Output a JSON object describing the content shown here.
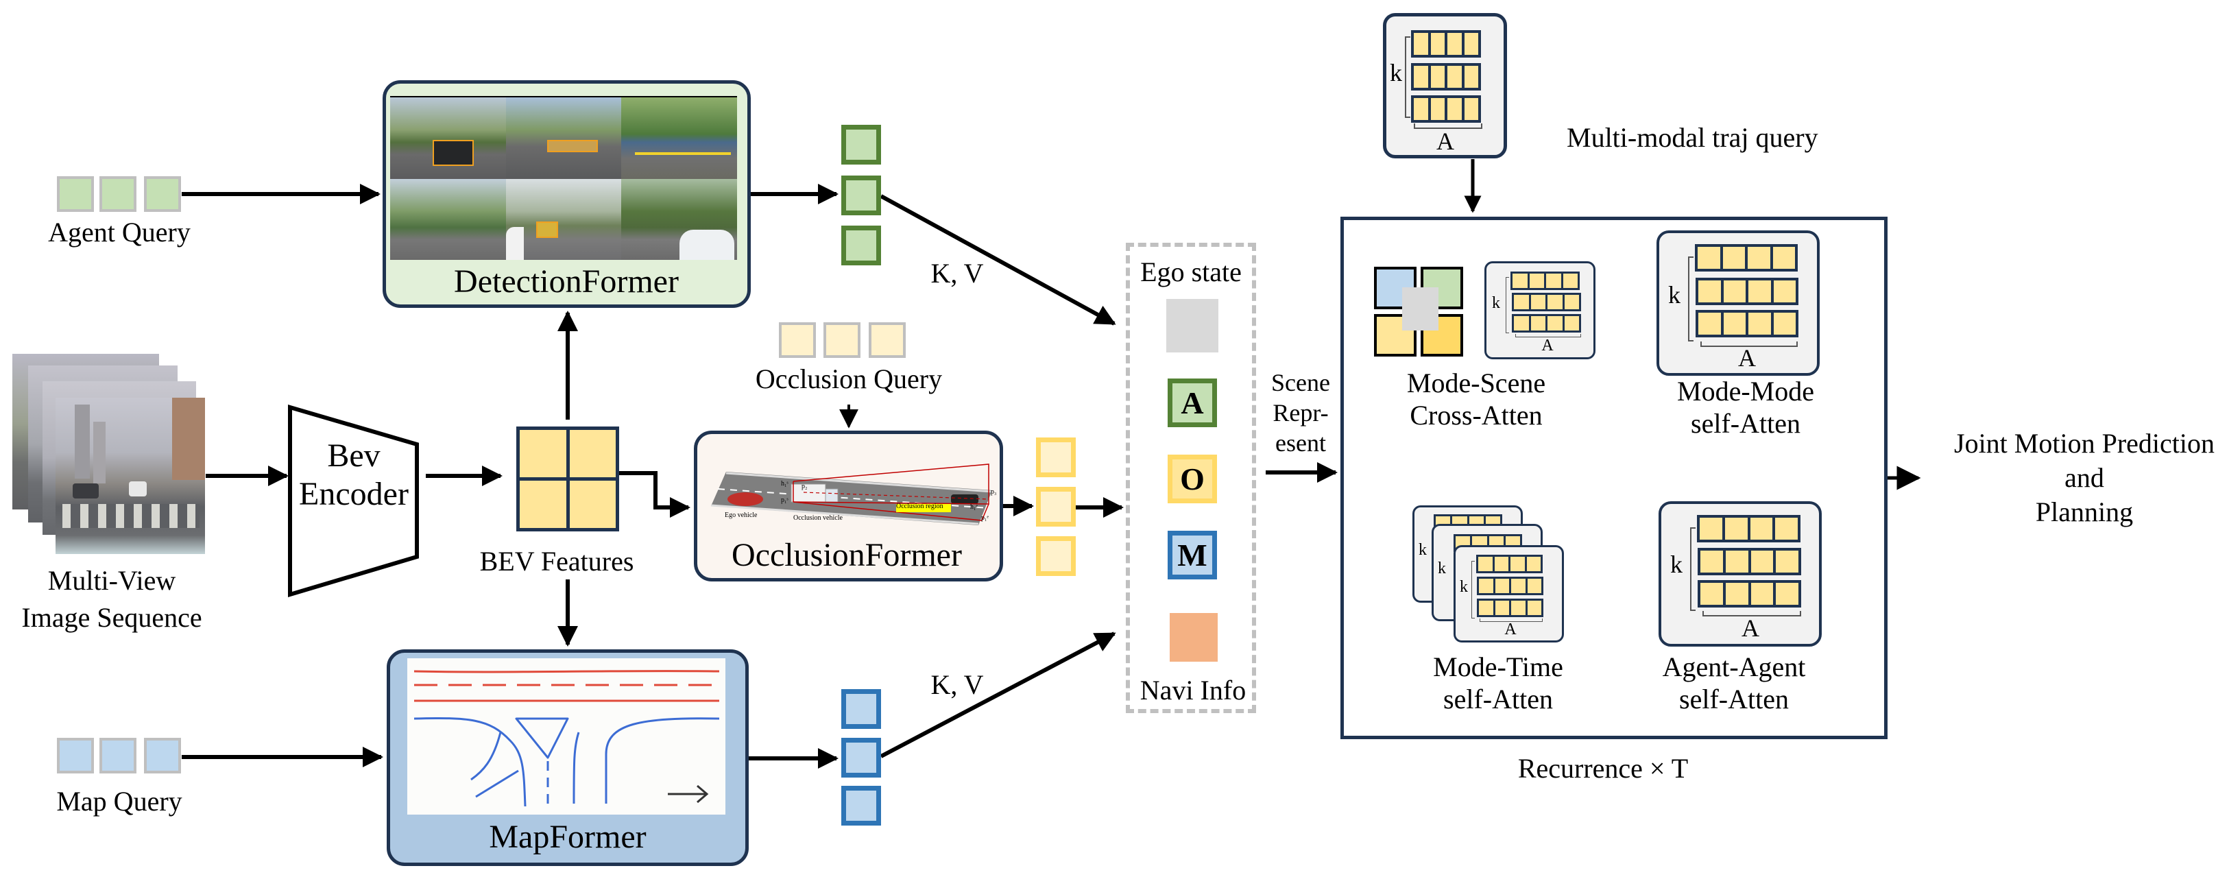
{
  "inputs": {
    "agent_query": "Agent Query",
    "map_query": "Map Query",
    "occlusion_query": "Occlusion Query",
    "multi_view_line1": "Multi-View",
    "multi_view_line2": "Image Sequence"
  },
  "encoder": {
    "line1": "Bev",
    "line2": "Encoder",
    "bev_features": "BEV Features"
  },
  "formers": {
    "detection": "DetectionFormer",
    "occlusion": "OcclusionFormer",
    "map": "MapFormer"
  },
  "occlusion_scene": {
    "ego_vehicle": "Ego vehicle",
    "occlusion_vehicle": "Occlusion vehicle",
    "occlusion_region": "Occlusion region",
    "p1s": "p₁ˢ",
    "p2": "p₂",
    "p3": "p₃",
    "h1s": "h₁ˢ",
    "h1e": "h₁ᵉ",
    "p1e": "p₁ᵉ"
  },
  "edges": {
    "kv_upper": "K, V",
    "kv_lower": "K, V"
  },
  "scene_context": {
    "ego_state": "Ego state",
    "agent_token": "A",
    "occlusion_token": "O",
    "map_token": "M",
    "navi_info": "Navi Info",
    "scene_represent_line1": "Scene",
    "scene_represent_line2": "Repr-",
    "scene_represent_line3": "esent"
  },
  "decoder": {
    "traj_query_label": "Multi-modal traj query",
    "k_label": "k",
    "a_label": "A",
    "mode_scene_line1": "Mode-Scene",
    "mode_scene_line2": "Cross-Atten",
    "mode_mode_line1": "Mode-Mode",
    "mode_mode_line2": "self-Atten",
    "mode_time_line1": "Mode-Time",
    "mode_time_line2": "self-Atten",
    "agent_agent_line1": "Agent-Agent",
    "agent_agent_line2": "self-Atten",
    "recurrence": "Recurrence × T"
  },
  "output": {
    "line1": "Joint Motion Prediction",
    "line2": "and",
    "line3": "Planning"
  },
  "colors": {
    "agent": "#548235",
    "agent_fill": "#c5e0b4",
    "occlusion": "#ffd966",
    "occlusion_fill": "#fff2cc",
    "map": "#2e75b6",
    "map_fill": "#bdd7ee",
    "ego": "#d9d9d9",
    "navi": "#f4b183",
    "matrix_cell": "#ffe699",
    "frame": "#1f3350"
  }
}
